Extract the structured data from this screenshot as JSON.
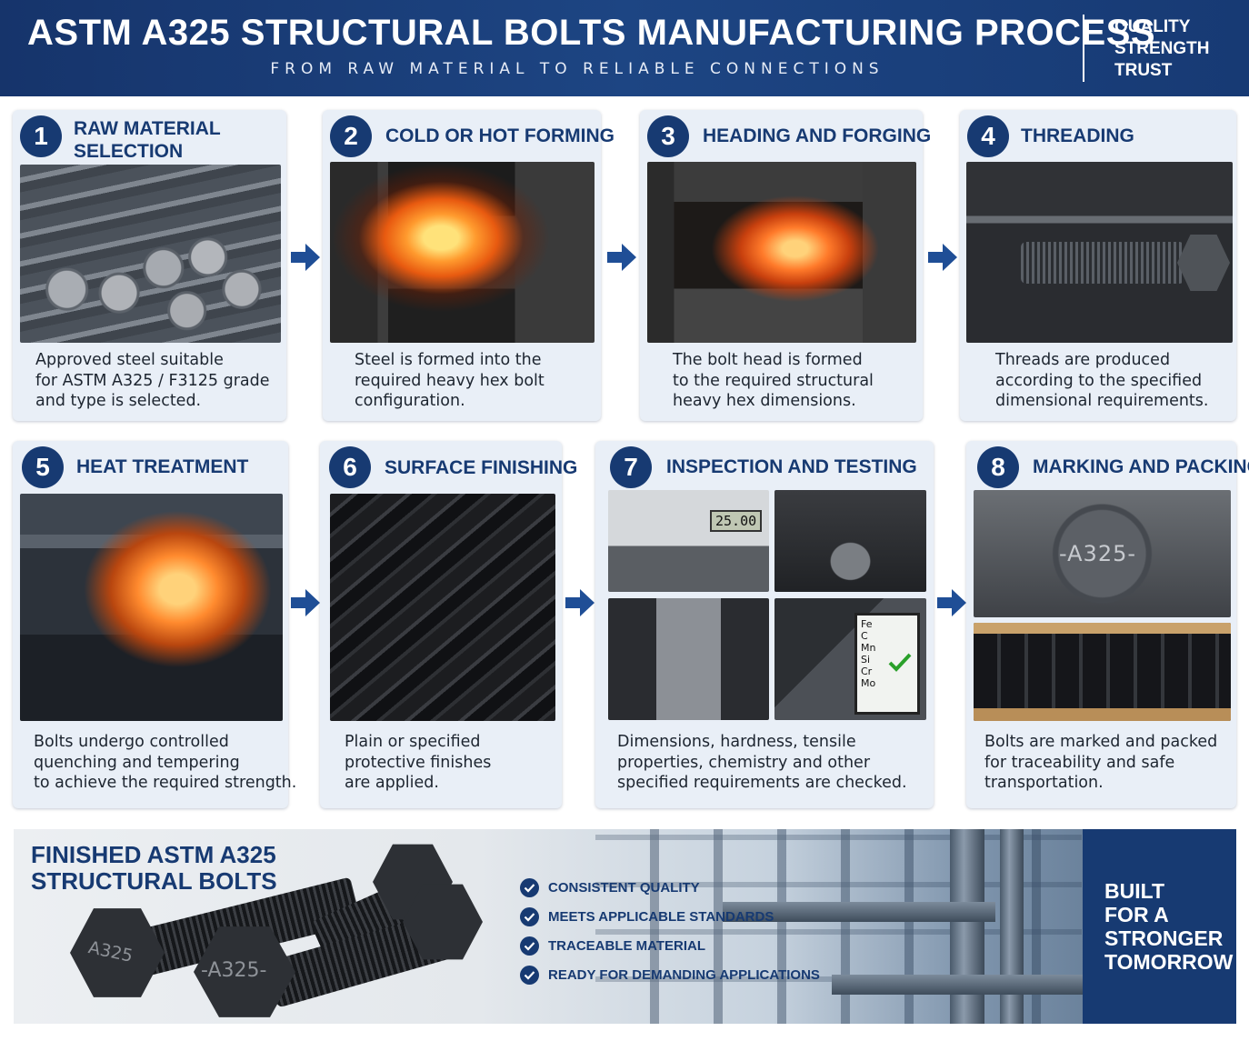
{
  "header": {
    "title": "ASTM A325 STRUCTURAL BOLTS MANUFACTURING PROCESS",
    "subtitle": "FROM RAW MATERIAL TO RELIABLE CONNECTIONS",
    "values": [
      "QUALITY",
      "STRENGTH",
      "TRUST"
    ]
  },
  "steps": [
    {
      "number": "1",
      "title_lines": [
        "RAW MATERIAL",
        "SELECTION"
      ],
      "icon": "steel-bars-photo",
      "description": [
        "Approved steel suitable",
        "for ASTM A325 / F3125 grade",
        "and type is selected."
      ]
    },
    {
      "number": "2",
      "title_lines": [
        "COLD OR HOT FORMING"
      ],
      "icon": "hot-forming-photo",
      "description": [
        "Steel is formed into the",
        "required heavy hex bolt",
        "configuration."
      ]
    },
    {
      "number": "3",
      "title_lines": [
        "HEADING AND FORGING"
      ],
      "icon": "forging-press-photo",
      "description": [
        "The bolt head is formed",
        "to the required structural",
        "heavy hex dimensions."
      ]
    },
    {
      "number": "4",
      "title_lines": [
        "THREADING"
      ],
      "icon": "thread-rolling-photo",
      "description": [
        "Threads are produced",
        "according to the specified",
        "dimensional requirements."
      ]
    },
    {
      "number": "5",
      "title_lines": [
        "HEAT TREATMENT"
      ],
      "icon": "furnace-photo",
      "description": [
        "Bolts undergo controlled",
        "quenching and tempering",
        "to achieve the required strength."
      ]
    },
    {
      "number": "6",
      "title_lines": [
        "SURFACE FINISHING"
      ],
      "icon": "finished-bolts-photo",
      "description": [
        "Plain or specified",
        "protective finishes",
        "are applied."
      ]
    },
    {
      "number": "7",
      "title_lines": [
        "INSPECTION AND TESTING"
      ],
      "icon": "inspection-photos",
      "description": [
        "Dimensions, hardness, tensile",
        "properties, chemistry and other",
        "specified requirements are checked."
      ],
      "caliper_reading": "25.00",
      "analyzer_elements": [
        "Fe",
        "C",
        "Mn",
        "Si",
        "Cr",
        "Mo"
      ]
    },
    {
      "number": "8",
      "title_lines": [
        "MARKING AND PACKING"
      ],
      "icon": "marking-packing-photos",
      "description": [
        "Bolts are marked and packed",
        "for traceability and safe",
        "transportation."
      ],
      "head_marking": "-A325-"
    }
  ],
  "banner": {
    "title_lines": [
      "FINISHED ASTM A325",
      "STRUCTURAL BOLTS"
    ],
    "bolt_markings": [
      "A325",
      "-A325-"
    ],
    "features": [
      "CONSISTENT QUALITY",
      "MEETS APPLICABLE STANDARDS",
      "TRACEABLE MATERIAL",
      "READY FOR DEMANDING APPLICATIONS"
    ],
    "tagline_lines": [
      "BUILT",
      "FOR A",
      "STRONGER",
      "TOMORROW"
    ]
  },
  "colors": {
    "navy": "#173a72",
    "card_bg": "#e9eff7",
    "arrow": "#1f4e96",
    "check_green": "#2aa02a"
  }
}
